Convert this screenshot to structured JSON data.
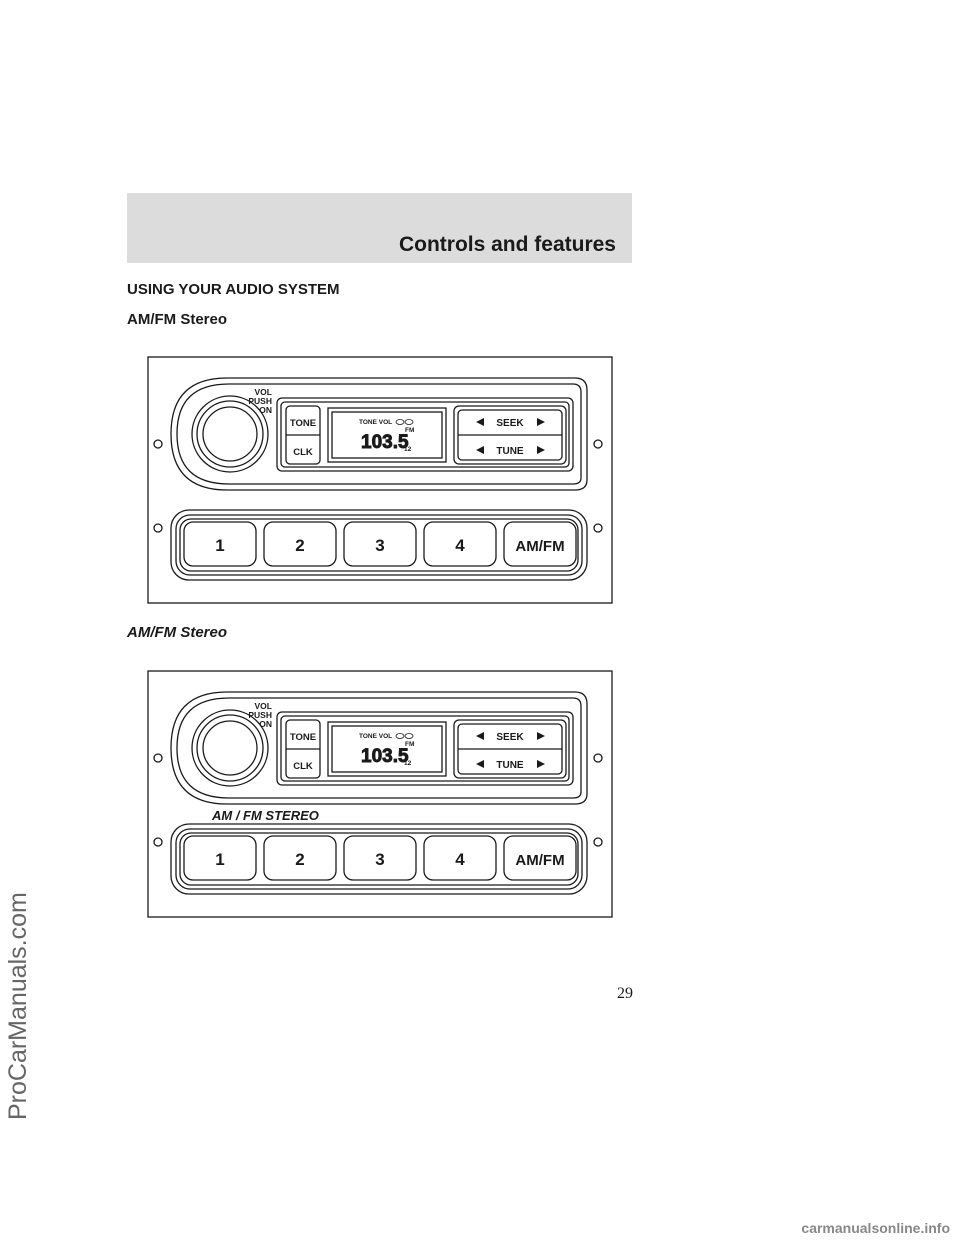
{
  "header": {
    "title": "Controls and features"
  },
  "headings": {
    "section": "USING YOUR AUDIO SYSTEM",
    "subsection": "AM/FM Stereo"
  },
  "figures": [
    {
      "caption": "AM/FM Stereo",
      "knob_label": [
        "VOL",
        "PUSH",
        "ON"
      ],
      "buttons_left": [
        "TONE",
        "CLK"
      ],
      "display": {
        "indicators": "TONE VOL",
        "band": "FM",
        "frequency": "103.5",
        "preset": "12"
      },
      "seek_label": "SEEK",
      "tune_label": "TUNE",
      "presets": [
        "1",
        "2",
        "3",
        "4",
        "AM/FM"
      ],
      "faceplate_text": ""
    },
    {
      "caption": "",
      "knob_label": [
        "VOL",
        "PUSH",
        "ON"
      ],
      "buttons_left": [
        "TONE",
        "CLK"
      ],
      "display": {
        "indicators": "TONE VOL",
        "band": "FM",
        "frequency": "103.5",
        "preset": "12"
      },
      "seek_label": "SEEK",
      "tune_label": "TUNE",
      "presets": [
        "1",
        "2",
        "3",
        "4",
        "AM/FM"
      ],
      "faceplate_text": "AM / FM STEREO"
    }
  ],
  "watermark": "ProCarManuals.com",
  "page_number": "29",
  "footer": "carmanualsonline.info"
}
